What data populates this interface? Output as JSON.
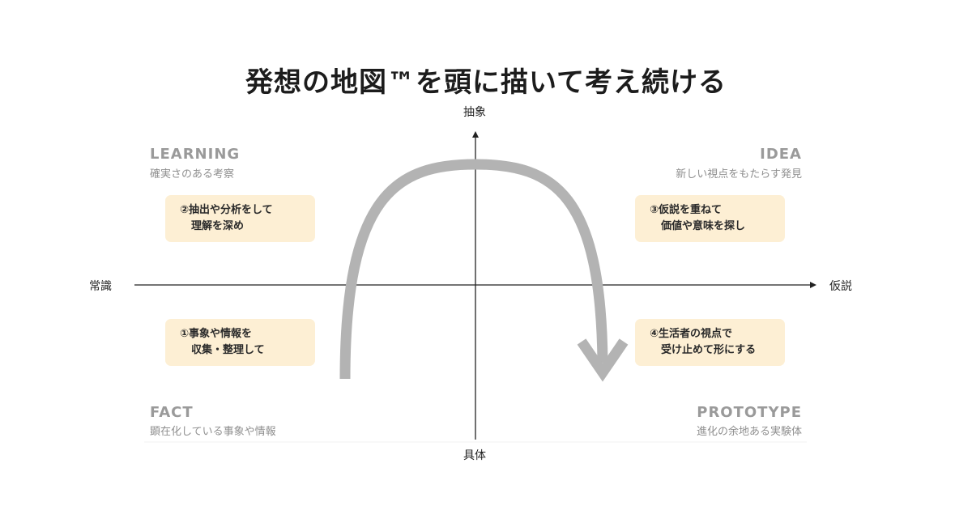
{
  "title": "発想の地図™を頭に描いて考え続ける",
  "axes": {
    "top": "抽象",
    "bottom": "具体",
    "left": "常識",
    "right": "仮説"
  },
  "quadrants": {
    "top_left": {
      "heading": "LEARNING",
      "subtitle": "確実さのある考察"
    },
    "top_right": {
      "heading": "IDEA",
      "subtitle": "新しい視点をもたらす発見"
    },
    "bottom_left": {
      "heading": "FACT",
      "subtitle": "顕在化している事象や情報"
    },
    "bottom_right": {
      "heading": "PROTOTYPE",
      "subtitle": "進化の余地ある実験体"
    }
  },
  "steps": [
    {
      "line1": "①事象や情報を",
      "line2": "収集・整理して"
    },
    {
      "line1": "②抽出や分析をして",
      "line2": "理解を深め"
    },
    {
      "line1": "③仮説を重ねて",
      "line2": "価値や意味を探し"
    },
    {
      "line1": "④生活者の視点で",
      "line2": "受け止めて形にする"
    }
  ],
  "colors": {
    "card_background": "#fdefd4",
    "arc": "#b3b3b3",
    "axis": "#222222",
    "quadrant_text": "#9a9a9a"
  }
}
